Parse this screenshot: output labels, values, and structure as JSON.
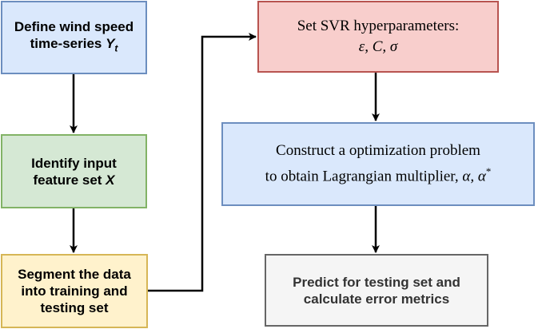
{
  "boxes": {
    "define": {
      "line1": "Define wind speed",
      "line2_text": "time-series ",
      "line2_math": "Y",
      "line2_sub": "t"
    },
    "identify": {
      "line1": "Identify input",
      "line2_text": "feature set ",
      "line2_math": "X"
    },
    "segment": {
      "line1": "Segment the data",
      "line2": "into training and",
      "line3": "testing set"
    },
    "svr": {
      "line1": "Set SVR hyperparameters:",
      "line2_math": "ε, C, σ"
    },
    "construct": {
      "line1": "Construct a optimization problem",
      "line2_text": "to obtain Lagrangian multiplier, ",
      "line2_math": "α, α",
      "line2_sup": "*"
    },
    "predict": {
      "line1": "Predict for testing set and",
      "line2": "calculate error metrics"
    }
  },
  "colors": {
    "blue_fill": "#dae8fc",
    "blue_stroke": "#6c8ebf",
    "green_fill": "#d5e8d4",
    "green_stroke": "#82b366",
    "yellow_fill": "#fff2cc",
    "yellow_stroke": "#d6b656",
    "red_fill": "#f8cecc",
    "red_stroke": "#b85450",
    "gray_fill": "#f5f5f5",
    "gray_stroke": "#666666",
    "arrow": "#000000"
  }
}
